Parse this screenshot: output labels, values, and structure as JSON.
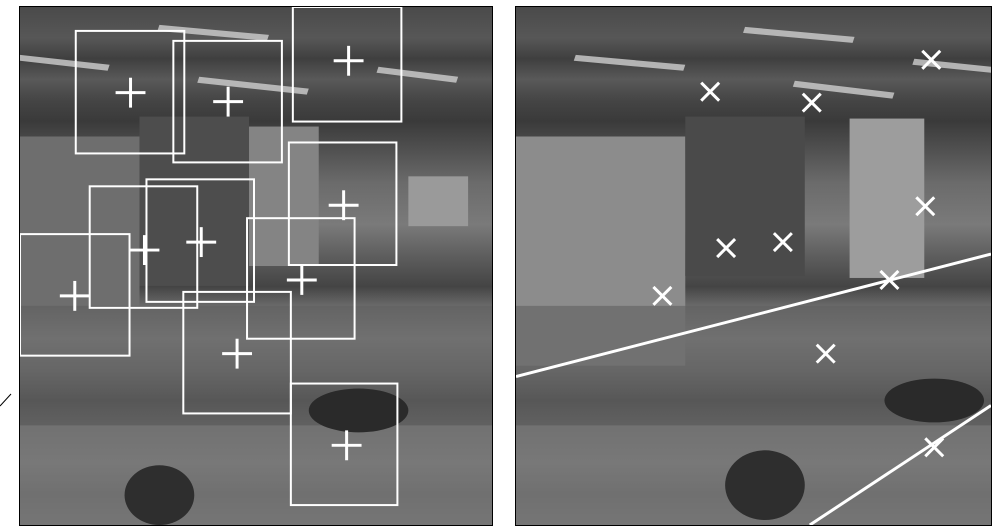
{
  "figure": {
    "left_panel": {
      "markers": "plus",
      "windows": "square"
    },
    "right_panel": {
      "markers": "x",
      "lines": 2
    }
  }
}
